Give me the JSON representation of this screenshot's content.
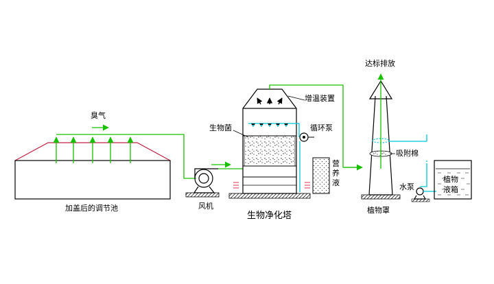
{
  "colors": {
    "gas_line": "#18c000",
    "liquid_line": "#00c8d8",
    "outline": "#000000",
    "heater_marker": "#e0304a",
    "tank_outline": "#c02040"
  },
  "labels": {
    "regulating_pool": "加盖后的调节池",
    "odor_gas": "臭气",
    "fan": "风机",
    "tower": "生物净化塔",
    "heating_device": "增温装置",
    "biofilm": "生物菌",
    "circulation_pump": "循环泵",
    "nutrient_solution": [
      "营",
      "养",
      "液"
    ],
    "discharge": "达标排放",
    "absorbent_cotton": "吸附棉",
    "water_pump": "水泵",
    "plant_cover": "植物罩",
    "plant_liquid_tank": [
      "植物",
      "液箱"
    ]
  },
  "icons": {
    "fan": "centrifugal-fan-icon",
    "circulation_pump": "pump-icon",
    "water_pump": "pump-icon",
    "heater": "heater-coil-icon"
  }
}
